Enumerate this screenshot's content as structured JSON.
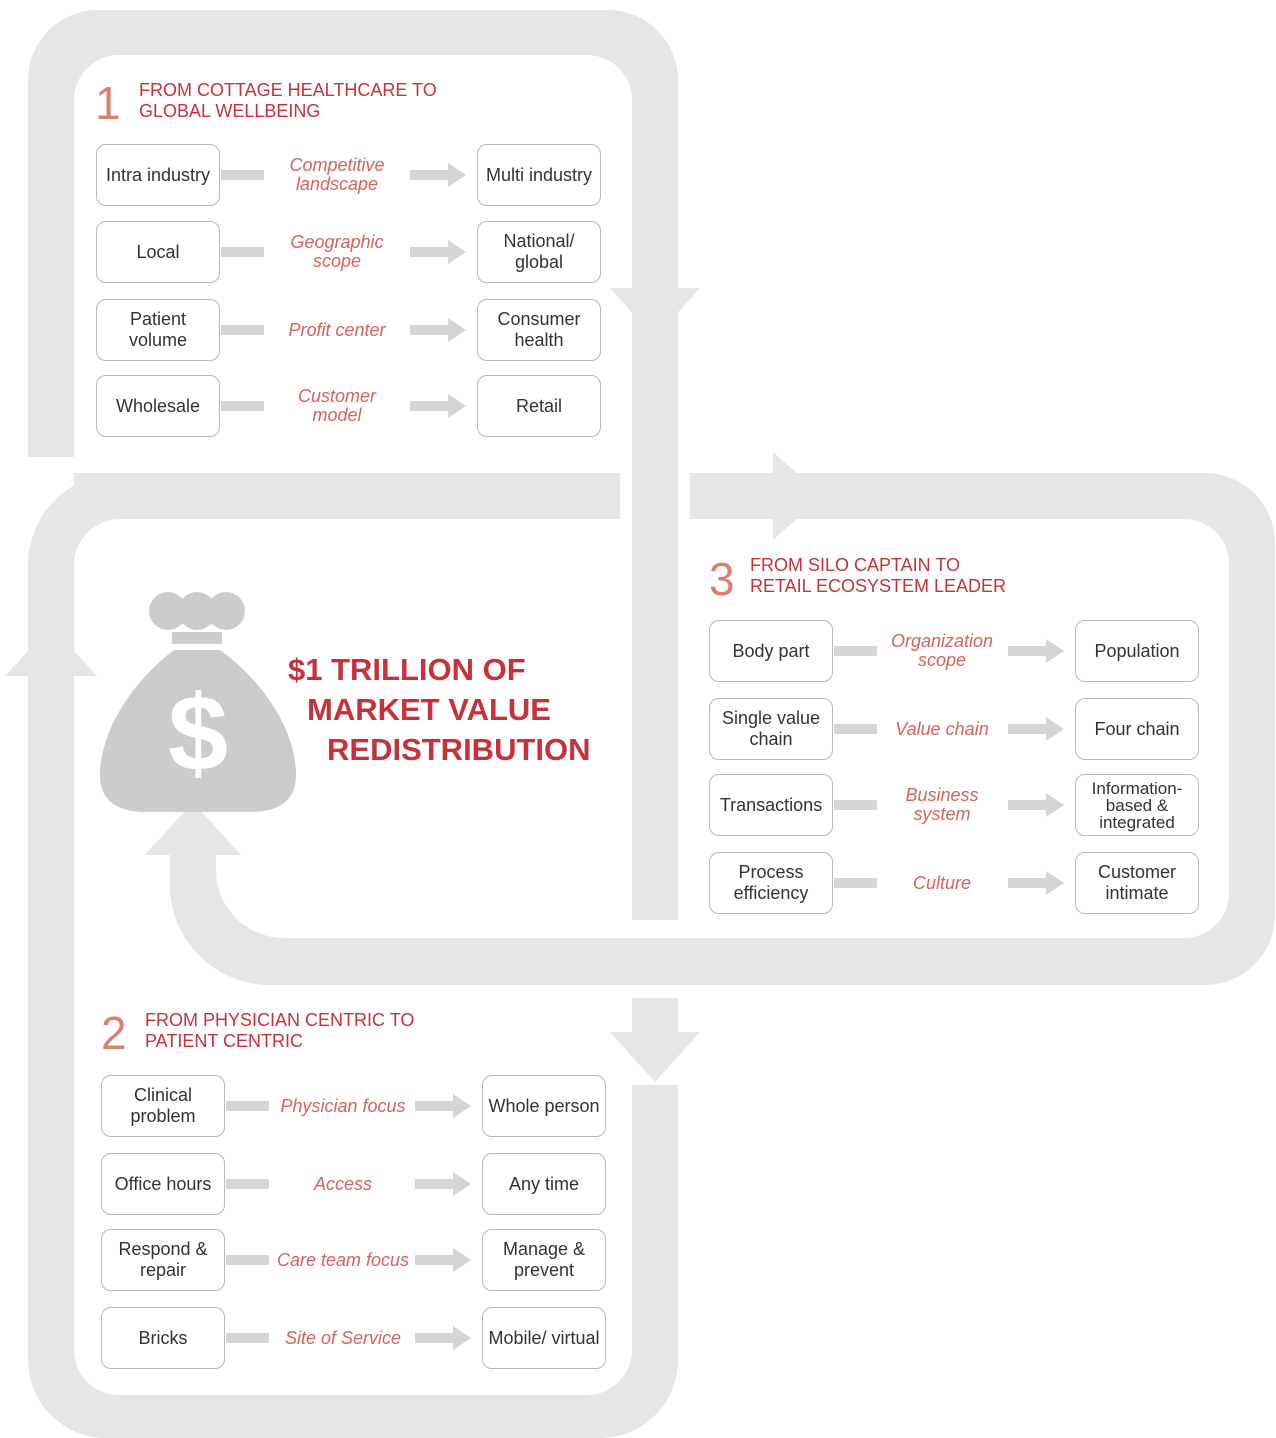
{
  "headline": {
    "line1": "$1 TRILLION OF",
    "line2": "MARKET VALUE",
    "line3": "REDISTRIBUTION"
  },
  "sections": [
    {
      "number": "1",
      "title_line1": "FROM COTTAGE HEALTHCARE TO",
      "title_line2": "GLOBAL WELLBEING",
      "rows": [
        {
          "from": "Intra industry",
          "dimension": "Competitive landscape",
          "to": "Multi industry"
        },
        {
          "from": "Local",
          "dimension": "Geographic scope",
          "to": "National/ global"
        },
        {
          "from": "Patient volume",
          "dimension": "Profit center",
          "to": "Consumer health"
        },
        {
          "from": "Wholesale",
          "dimension": "Customer model",
          "to": "Retail"
        }
      ]
    },
    {
      "number": "2",
      "title_line1": "FROM PHYSICIAN CENTRIC TO",
      "title_line2": "PATIENT CENTRIC",
      "rows": [
        {
          "from": "Clinical problem",
          "dimension": "Physician focus",
          "to": "Whole person"
        },
        {
          "from": "Office hours",
          "dimension": "Access",
          "to": "Any time"
        },
        {
          "from": "Respond & repair",
          "dimension": "Care team focus",
          "to": "Manage & prevent"
        },
        {
          "from": "Bricks",
          "dimension": "Site of Service",
          "to": "Mobile/ virtual"
        }
      ]
    },
    {
      "number": "3",
      "title_line1": "FROM SILO CAPTAIN TO",
      "title_line2": "RETAIL ECOSYSTEM LEADER",
      "rows": [
        {
          "from": "Body part",
          "dimension": "Organization scope",
          "to": "Population"
        },
        {
          "from": "Single value chain",
          "dimension": "Value chain",
          "to": "Four chain"
        },
        {
          "from": "Transactions",
          "dimension": "Business system",
          "to": "Information-based & integrated"
        },
        {
          "from": "Process efficiency",
          "dimension": "Culture",
          "to": "Customer intimate"
        }
      ]
    }
  ],
  "icons": {
    "money_bag": "dollar-money-bag-icon",
    "flow_arrows": "cycle-arrow-icon"
  },
  "colors": {
    "accent_red": "#c8313b",
    "number_salmon": "#d9806e",
    "dimension_italic": "#d9605c",
    "track_gray": "#e5e6e8",
    "connector_gray": "#d4d5d7",
    "bag_gray": "#cbcccd"
  }
}
